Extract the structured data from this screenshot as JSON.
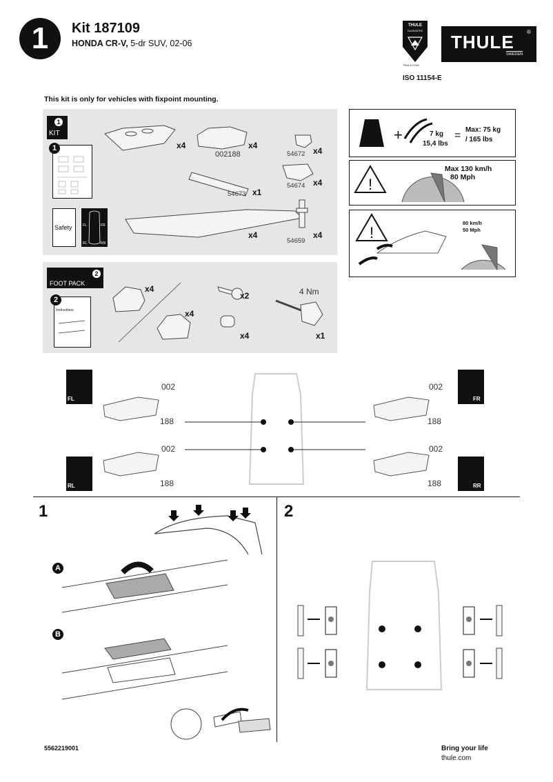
{
  "header": {
    "step_number": "1",
    "kit_title": "Kit 187109",
    "vehicle_model": "HONDA CR-V,",
    "vehicle_desc": "5-dr SUV, 02-06",
    "iso": "ISO 11154-E",
    "guarantee_badge": {
      "top": "THULE",
      "middle": "GUARANTEE",
      "bottom": "THULE.COM"
    },
    "logo": {
      "name": "THULE",
      "sub": "SWEDEN",
      "mark": "®"
    }
  },
  "notice": "This kit is only for vehicles with fixpoint mounting.",
  "kit_panel": {
    "badge_num": "1",
    "badge_label": "KIT",
    "instr_num": "1",
    "safety_label": "Safety",
    "corner_labels": [
      "FL",
      "FR",
      "RL",
      "RR"
    ],
    "parts": [
      {
        "qty": "x4"
      },
      {
        "code": "002188",
        "qty": "x4"
      },
      {
        "code": "54672",
        "qty": "x4"
      },
      {
        "code": "54673",
        "qty": "x1"
      },
      {
        "code": "54674",
        "qty": "x4"
      },
      {
        "qty": "x4"
      },
      {
        "code": "54659",
        "qty": "x4"
      }
    ]
  },
  "foot_panel": {
    "badge_num": "2",
    "badge_label": "FOOT PACK",
    "instr_num": "2",
    "instr_label": "Instructions",
    "parts": [
      {
        "qty": "x4"
      },
      {
        "qty": "x4"
      },
      {
        "qty": "x2"
      },
      {
        "qty": "x4"
      },
      {
        "torque": "4 Nm",
        "qty": "x1"
      }
    ]
  },
  "specs": {
    "weight_kg": "7 kg",
    "weight_lbs": "15,4 lbs",
    "max_load": "Max: 75 kg",
    "max_load_lbs": "/ 165 lbs",
    "speed_max": "Max  130 km/h",
    "speed_mph": "80 Mph",
    "wind_kmh": "80 km/h",
    "wind_mph": "50 Mph"
  },
  "positions": {
    "code_top": "002",
    "code_bottom": "188",
    "corners": [
      "FL",
      "FR",
      "RL",
      "RR"
    ]
  },
  "steps": {
    "step1": "1",
    "step2": "2",
    "sub_a": "A",
    "sub_b": "B"
  },
  "footer": {
    "code": "5562219001",
    "slogan": "Bring your life",
    "url": "thule.com"
  }
}
